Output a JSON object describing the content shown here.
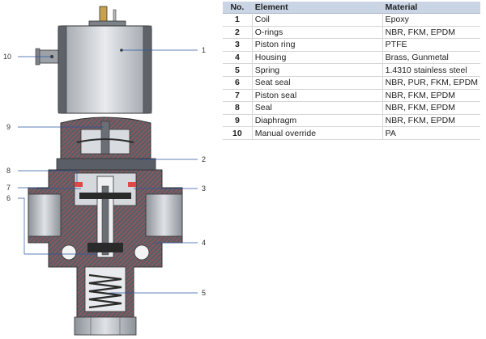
{
  "table": {
    "headers": [
      "No.",
      "Element",
      "Material"
    ],
    "rows": [
      {
        "no": "1",
        "element": "Coil",
        "material": "Epoxy"
      },
      {
        "no": "2",
        "element": "O-rings",
        "material": "NBR, FKM, EPDM"
      },
      {
        "no": "3",
        "element": "Piston ring",
        "material": "PTFE"
      },
      {
        "no": "4",
        "element": "Housing",
        "material": "Brass, Gunmetal"
      },
      {
        "no": "5",
        "element": "Spring",
        "material": "1.4310 stainless steel"
      },
      {
        "no": "6",
        "element": "Seat seal",
        "material": "NBR, PUR, FKM, EPDM"
      },
      {
        "no": "7",
        "element": "Piston seal",
        "material": "NBR, FKM, EPDM"
      },
      {
        "no": "8",
        "element": "Seal",
        "material": "NBR, FKM, EPDM"
      },
      {
        "no": "9",
        "element": "Diaphragm",
        "material": "NBR, FKM, EPDM"
      },
      {
        "no": "10",
        "element": "Manual override",
        "material": "PA"
      }
    ]
  },
  "callouts": {
    "c1": "1",
    "c2": "2",
    "c3": "3",
    "c4": "4",
    "c5": "5",
    "c6": "6",
    "c7": "7",
    "c8": "8",
    "c9": "9",
    "c10": "10"
  },
  "colors": {
    "body_dark": "#4a4f57",
    "body_light": "#b8bcc2",
    "hatch": "#e04848",
    "table_header": "#c9d4e4"
  }
}
